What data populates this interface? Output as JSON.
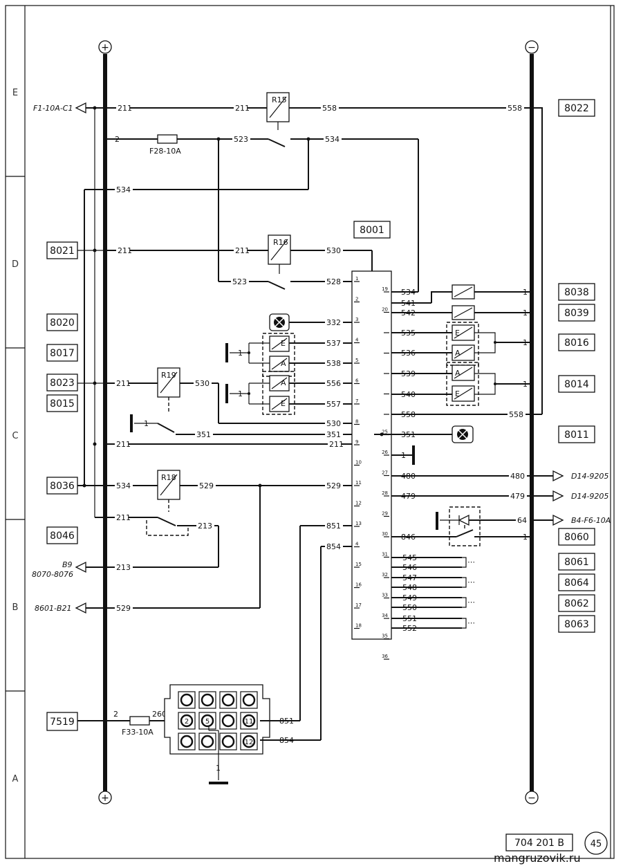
{
  "zones": [
    "E",
    "D",
    "C",
    "B",
    "A"
  ],
  "rails": {
    "positive": "+",
    "negative": "−"
  },
  "boxes": {
    "left": [
      "8021",
      "8020",
      "8017",
      "8023",
      "8015",
      "8036",
      "8046",
      "7519"
    ],
    "center": "8001",
    "right": [
      "8022",
      "8038",
      "8039",
      "8016",
      "8014",
      "8011",
      "8060",
      "8061",
      "8064",
      "8062",
      "8063"
    ]
  },
  "arrows": {
    "f1": "F1-10A-C1",
    "b9_1": "B9",
    "b9_2": "8070-8076",
    "b8601": "8601-B21",
    "d14a": "D14-9205",
    "d14b": "D14-9205",
    "b4": "B4-F6-10A"
  },
  "relays": {
    "r15": "R15",
    "r16": "R16",
    "r19": "R19",
    "r18": "R18"
  },
  "fuses": {
    "f28": "F28-10A",
    "f33": "F33-10A"
  },
  "wires": {
    "w211": "211",
    "w558": "558",
    "w2": "2",
    "w523": "523",
    "w534": "534",
    "w530": "530",
    "w528": "528",
    "w332": "332",
    "w537": "537",
    "w538": "538",
    "w556": "556",
    "w557": "557",
    "w351": "351",
    "w529": "529",
    "w213": "213",
    "w851": "851",
    "w854": "854",
    "w260": "260",
    "w541": "541",
    "w542": "542",
    "w535": "535",
    "w536": "536",
    "w539": "539",
    "w540": "540",
    "w480": "480",
    "w479": "479",
    "w64": "64",
    "w846": "846",
    "w545": "545",
    "w546": "546",
    "w547": "547",
    "w548": "548",
    "w549": "549",
    "w550": "550",
    "w551": "551",
    "w552": "552",
    "w1": "1",
    "sigE": "E",
    "sigA": "A"
  },
  "pins_left": [
    "1",
    "2",
    "3",
    "4",
    "5",
    "6",
    "7",
    "8",
    "9",
    "10",
    "11",
    "12",
    "13",
    "4",
    "15",
    "16",
    "17",
    "18"
  ],
  "pins_right": [
    "19",
    "20",
    "",
    "",
    "",
    "",
    "",
    "25",
    "26",
    "27",
    "28",
    "29",
    "30",
    "31",
    "32",
    "33",
    "34",
    "35",
    "36"
  ],
  "connector_pins": {
    "p2": "2",
    "p5": "5",
    "p11": "11",
    "p12": "12"
  },
  "footer": {
    "docref": "704 201 B",
    "page": "45"
  },
  "watermark": "mangruzovik.ru"
}
